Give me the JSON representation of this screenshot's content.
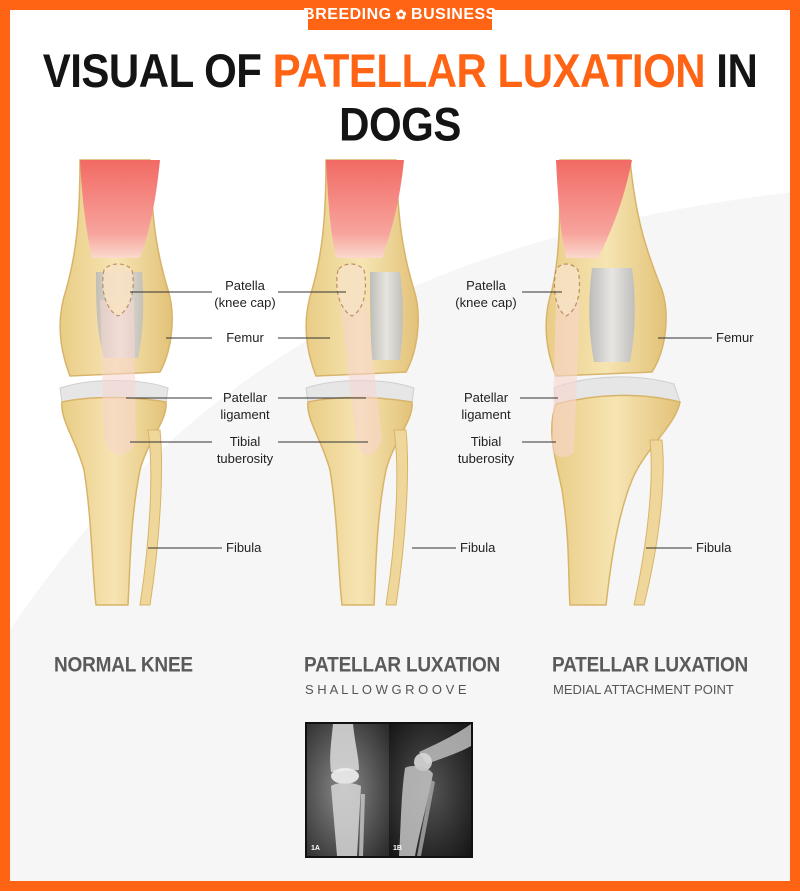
{
  "brand": {
    "left": "BREEDING",
    "right": "BUSINESS",
    "logo_icon": "paw-icon"
  },
  "title": {
    "part1": "VISUAL OF ",
    "highlight": "PATELLAR LUXATION",
    "part2": " IN DOGS"
  },
  "labels": {
    "patella_line1": "Patella",
    "patella_line2": "(knee cap)",
    "femur": "Femur",
    "patellar_ligament_line1": "Patellar",
    "patellar_ligament_line2": "ligament",
    "tibial_tuberosity_line1": "Tibial",
    "tibial_tuberosity_line2": "tuberosity",
    "fibula": "Fibula"
  },
  "captions": [
    {
      "title": "NORMAL KNEE",
      "subtitle": ""
    },
    {
      "title": "PATELLAR LUXATION",
      "subtitle": "S H A L L O W   G R O O V E"
    },
    {
      "title": "PATELLAR LUXATION",
      "subtitle": "MEDIAL ATTACHMENT POINT"
    }
  ],
  "xray": {
    "label_a": "1A",
    "label_b": "1B"
  },
  "colors": {
    "accent": "#ff6414",
    "bone": "#f2dfa6",
    "bone_dark": "#d9b468",
    "muscle": "#f07a72",
    "cartilage": "#c9c9c9"
  }
}
